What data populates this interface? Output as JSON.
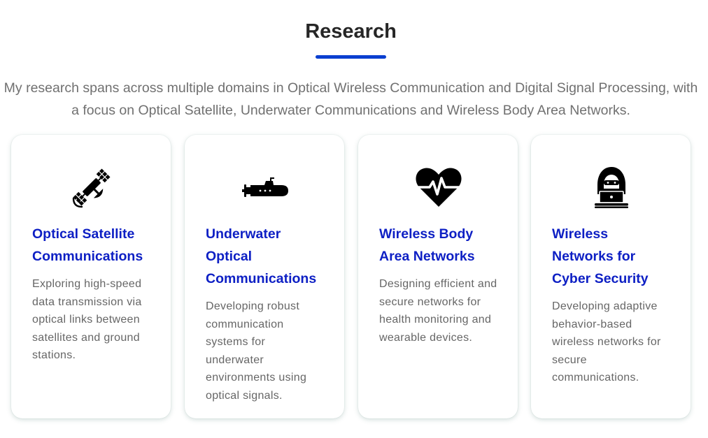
{
  "section": {
    "title": "Research",
    "intro": "My research spans across multiple domains in Optical Wireless Communication and Digital Signal Processing, with a focus on Optical Satellite, Underwater Communications and Wireless Body Area Networks."
  },
  "cards": [
    {
      "icon": "satellite-icon",
      "title": "Optical Satellite Communications",
      "description": "Exploring high-speed data transmission via optical links between satellites and ground stations."
    },
    {
      "icon": "submarine-icon",
      "title": "Underwater Optical Communications",
      "description": "Developing robust communication systems for underwater environments using optical signals."
    },
    {
      "icon": "heartbeat-icon",
      "title": "Wireless Body Area Networks",
      "description": "Designing efficient and secure networks for health monitoring and wearable devices."
    },
    {
      "icon": "user-secret-icon",
      "title": "Wireless Networks for Cyber Security",
      "description": "Developing adaptive behavior-based wireless networks for secure communications."
    }
  ],
  "colors": {
    "accent": "#0a3fd0",
    "card_title": "#0d1fc4",
    "heading": "#262626",
    "body_text": "#707070"
  }
}
